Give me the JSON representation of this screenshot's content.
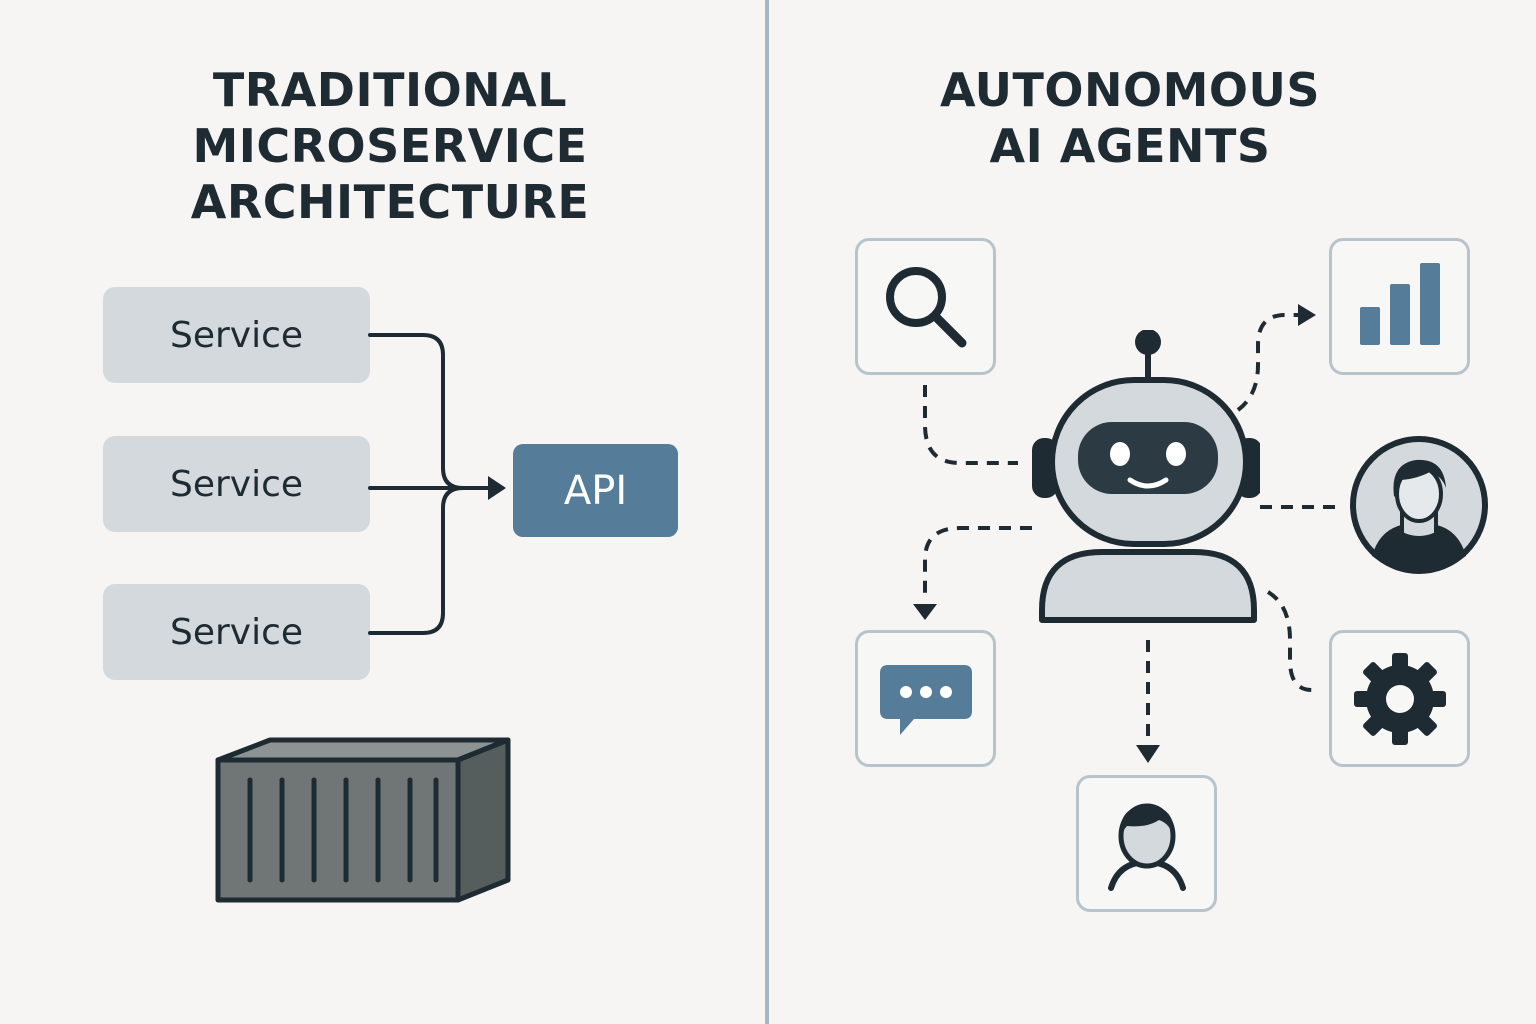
{
  "left_panel": {
    "title_lines": [
      "TRADITIONAL",
      "MICROSERVICE",
      "ARCHITECTURE"
    ],
    "services": [
      "Service",
      "Service",
      "Service"
    ],
    "api_label": "API",
    "container_icon": "shipping-container-icon"
  },
  "right_panel": {
    "title_lines": [
      "AUTONOMOUS",
      "AI AGENTS"
    ],
    "center_icon": "robot-agent-icon",
    "tools": [
      {
        "icon": "search-icon"
      },
      {
        "icon": "bar-chart-icon"
      },
      {
        "icon": "person-avatar-icon"
      },
      {
        "icon": "chat-bubble-icon"
      },
      {
        "icon": "user-icon"
      },
      {
        "icon": "gear-icon"
      }
    ]
  },
  "colors": {
    "background": "#f6f5f3",
    "ink": "#1f2b33",
    "accent_blue": "#557c99",
    "service_fill": "#d3d9dd",
    "card_border": "#b7c4cc",
    "divider": "#a9b6bf",
    "container_fill": "#6f7675"
  }
}
